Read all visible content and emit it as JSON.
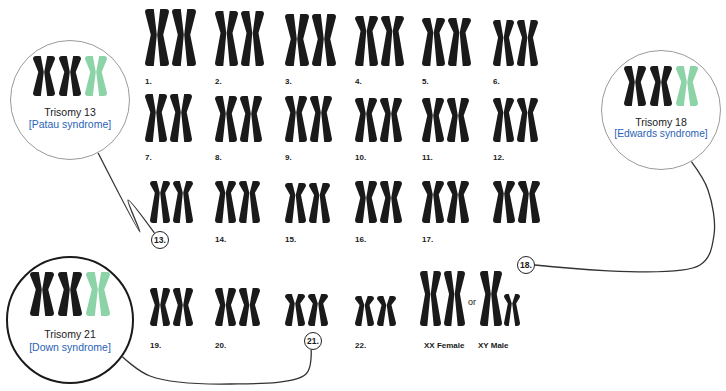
{
  "diagram": {
    "nodes": [
      {
        "text": [
          "Trisomy 13",
          "[Patau syndrome]"
        ]
      },
      {
        "text": [
          "Trisomy 18",
          "[Edwards syndrome]"
        ]
      },
      {
        "text": [
          "13."
        ]
      },
      {
        "text": [
          "18."
        ]
      },
      {
        "text": [
          "Trisomy 21",
          "[Down syndrome]"
        ]
      },
      {
        "text": [
          "21."
        ]
      }
    ],
    "edges": [
      {
        "from": 2,
        "to": 0,
        "arrow": "none"
      },
      {
        "from": 3,
        "to": 1,
        "arrow": "none"
      },
      {
        "from": 5,
        "to": 4,
        "arrow": "none"
      }
    ],
    "labels": [
      "1.",
      "2.",
      "3.",
      "4.",
      "5.",
      "6.",
      "7.",
      "8.",
      "9.",
      "10.",
      "11.",
      "12.",
      "14.",
      "15.",
      "16.",
      "17.",
      "19.",
      "20.",
      "22.",
      "XX Female",
      "or",
      "XY Male"
    ]
  }
}
